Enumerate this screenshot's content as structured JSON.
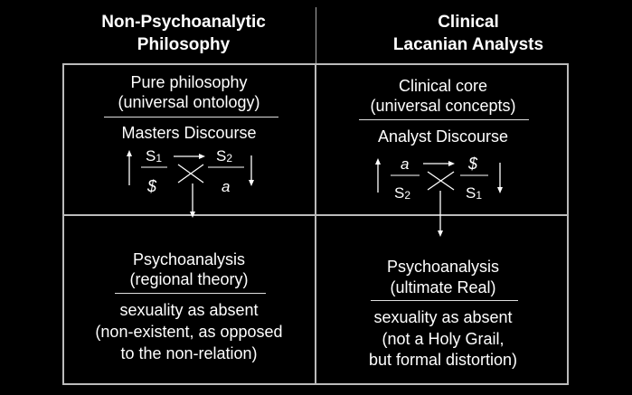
{
  "headers": {
    "left": [
      "Non-Psychoanalytic",
      "Philosophy"
    ],
    "right": [
      "Clinical",
      "Lacanian Analysts"
    ]
  },
  "left_top": {
    "line1": "Pure philosophy",
    "line2": "(universal ontology)",
    "discourse": "Masters Discourse",
    "top_left": "S",
    "top_left_sub": "1",
    "top_right": "S",
    "top_right_sub": "2",
    "bottom_left": "$",
    "bottom_right": "a"
  },
  "right_top": {
    "line1": "Clinical core",
    "line2": "(universal concepts)",
    "discourse": "Analyst Discourse",
    "top_left": "a",
    "top_right": "$",
    "bottom_left": "S",
    "bottom_left_sub": "2",
    "bottom_right": "S",
    "bottom_right_sub": "1"
  },
  "left_bottom": {
    "line1": "Psychoanalysis",
    "line2": "(regional theory)",
    "line3": "sexuality as absent",
    "line4": "(non-existent, as opposed",
    "line5": "to the non-relation)"
  },
  "right_bottom": {
    "line1": "Psychoanalysis",
    "line2": "(ultimate Real)",
    "line3": "sexuality as absent",
    "line4": "(not a Holy Grail,",
    "line5": "but formal distortion)"
  }
}
